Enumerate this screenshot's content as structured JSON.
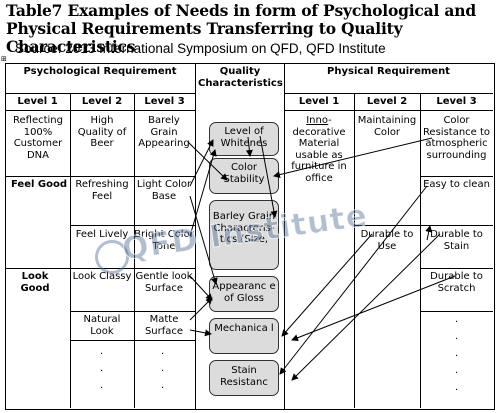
{
  "title": "Table7 Examples of Needs in form of Psychological and Physical Requirements Transferring to Quality Characteristics",
  "source": "Source: 2013 International Symposium on QFD, QFD Institute",
  "marker": "⊞",
  "headers": {
    "psychological": "Psychological Requirement",
    "quality": "Quality Characteristics",
    "physical": "Physical Requirement"
  },
  "levels": {
    "p1": "Level 1",
    "p2": "Level 2",
    "p3": "Level 3",
    "h1": "Level 1",
    "h2": "Level 2",
    "h3": "Level 3"
  },
  "psychological": {
    "l1": [
      "Reflecting 100% Customer DNA",
      "Feel Good",
      "Look Good"
    ],
    "l2": [
      "High Quality of Beer",
      "Refreshing Feel",
      "Feel Lively",
      "Look Classy",
      "Natural Look"
    ],
    "l3": [
      "Barely Grain Appearing",
      "Light Color Base",
      "Bright Color Tone",
      "Gentle look Surface",
      "Matte Surface"
    ]
  },
  "quality_characteristics": [
    "Level of Whitenes",
    "Color Stability",
    "Barley Grain Characteris-tics (Size,",
    "Appearanc e of Gloss",
    "Mechanica l",
    "Stain Resistanc"
  ],
  "physical": {
    "l1_underlined": "Inno",
    "l1_rest": "-decorative Material usable as furniture in office",
    "l2": [
      "Maintaining Color",
      "Durable to Use"
    ],
    "l3": [
      "Color Resistance to atmospheric surrounding",
      "Easy to clean",
      "Durable to Stain",
      "Durable to Scratch"
    ]
  },
  "ellipsis": "·",
  "watermark": "QFD Institute"
}
